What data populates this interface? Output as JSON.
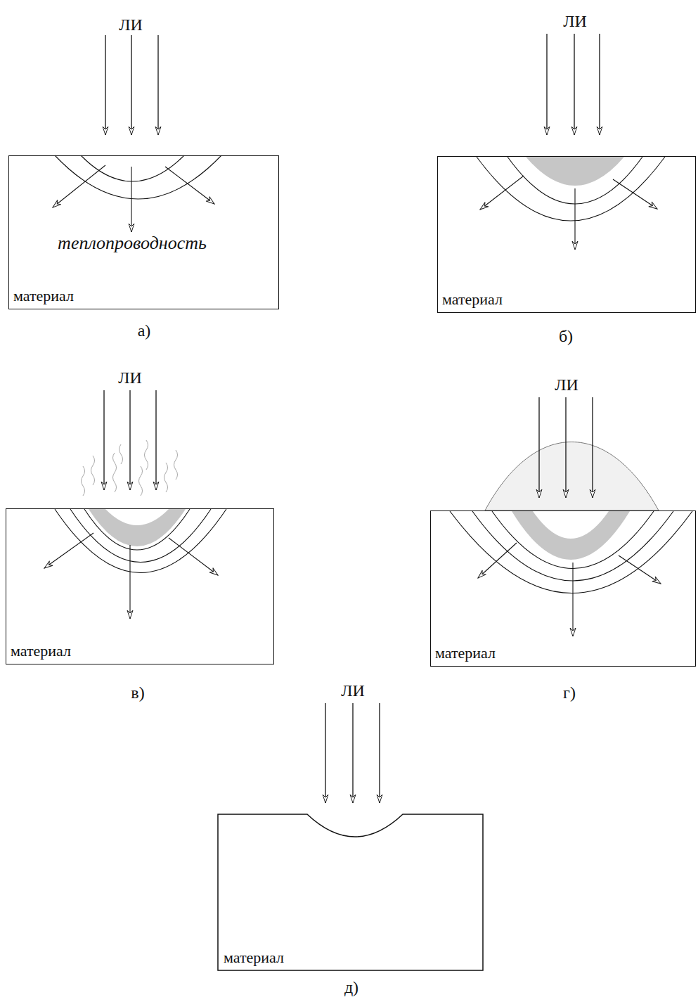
{
  "diagram": {
    "nodes": [
      {
        "text": [
          "теплопроводность",
          "материал"
        ]
      },
      {
        "text": [
          "материал"
        ]
      },
      {
        "text": [
          "материал"
        ]
      },
      {
        "text": [
          "материал"
        ]
      },
      {
        "text": [
          "материал"
        ]
      }
    ],
    "labels": [
      "ЛИ",
      "ЛИ",
      "а)",
      "б)",
      "ЛИ",
      "ЛИ",
      "в)",
      "г)",
      "ЛИ",
      "д)"
    ]
  }
}
